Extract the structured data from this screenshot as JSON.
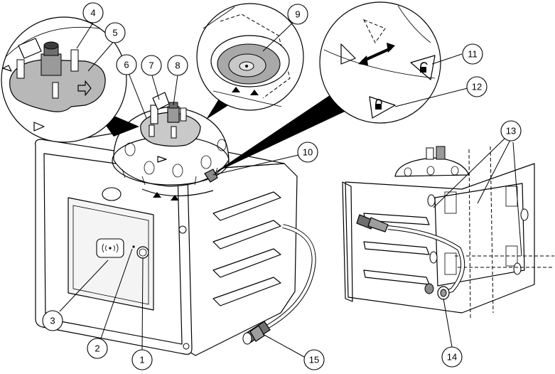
{
  "figure": {
    "callouts": [
      {
        "id": "1",
        "label": "1"
      },
      {
        "id": "2",
        "label": "2"
      },
      {
        "id": "3",
        "label": "3"
      },
      {
        "id": "4",
        "label": "4"
      },
      {
        "id": "5",
        "label": "5"
      },
      {
        "id": "6",
        "label": "6"
      },
      {
        "id": "7",
        "label": "7"
      },
      {
        "id": "8",
        "label": "8"
      },
      {
        "id": "9",
        "label": "9"
      },
      {
        "id": "10",
        "label": "10"
      },
      {
        "id": "11",
        "label": "11"
      },
      {
        "id": "12",
        "label": "12"
      },
      {
        "id": "13",
        "label": "13"
      },
      {
        "id": "14",
        "label": "14"
      },
      {
        "id": "15",
        "label": "15"
      }
    ],
    "icons": [
      "rfid-wireless-icon",
      "lock-open-icon",
      "lock-closed-icon",
      "rotate-arrow-icon"
    ],
    "colors": {
      "line": "#000000",
      "body_fill": "#ffffff",
      "part_gray": "#b8b8b8",
      "dark_gray": "#8a8a8a"
    }
  }
}
